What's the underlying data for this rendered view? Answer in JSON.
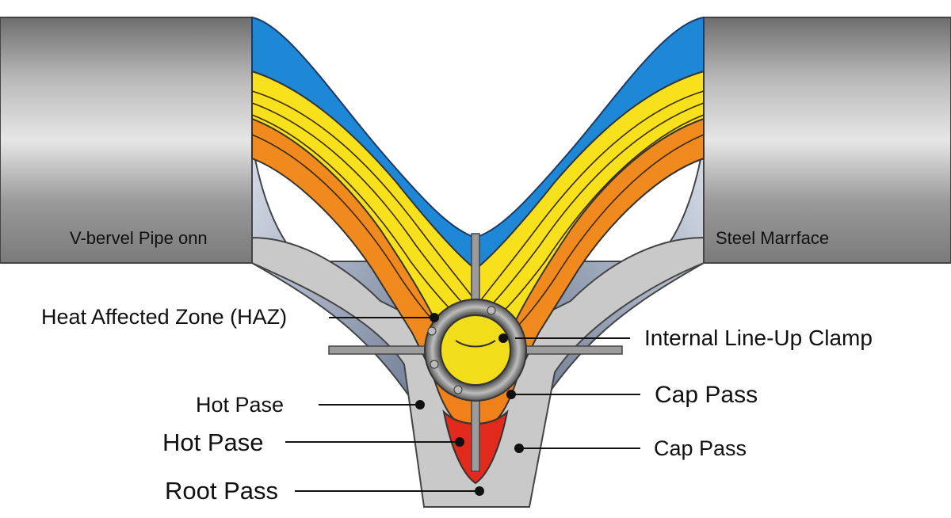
{
  "labels": {
    "pipe_left": "V-bervel Pipe onn",
    "pipe_right": "Steel Marrface",
    "haz": "Heat Affected Zone (HAZ)",
    "clamp": "Internal Line-Up Clamp",
    "hot_pass_1": "Hot Pase",
    "hot_pass_2": "Hot Pase",
    "cap_pass_1": "Cap Pass",
    "cap_pass_2": "Cap Pass",
    "root_pass": "Root Pass"
  },
  "colors": {
    "blue_layer": "#1e88d6",
    "yellow_layer": "#f7e11c",
    "orange_layer": "#f08a1e",
    "red_layer": "#e02a1c",
    "haz_gray": "#c8c8c8",
    "bevel_slate": "#7f8aa3",
    "clamp_gray": "#6a6a6a"
  }
}
